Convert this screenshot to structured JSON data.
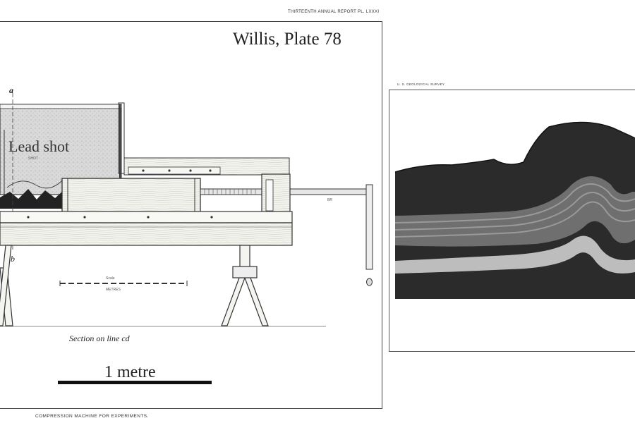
{
  "left_plate": {
    "header": "THIRTEENTH ANNUAL REPORT   PL. LXXXI",
    "overlay_label": "Willis, Plate 78",
    "lead_label": "Lead shot",
    "shot_tag": "SHOT",
    "mark_a": "a",
    "mark_b": "b",
    "br_tag": "BR",
    "section_caption": "Section on line  cd",
    "small_scale_word": "Scale",
    "small_scale_units": "METRES",
    "scale_bar_label": "1 metre",
    "bottom_caption": "COMPRESSION MACHINE FOR EXPERIMENTS."
  },
  "right_plate": {
    "header": "U. S. GEOLOGICAL SURVEY"
  },
  "colors": {
    "ink": "#222222",
    "wood": "#f1f1ec",
    "specimen_dark": "#2b2b2b",
    "layer_light": "#bdbdbd"
  }
}
